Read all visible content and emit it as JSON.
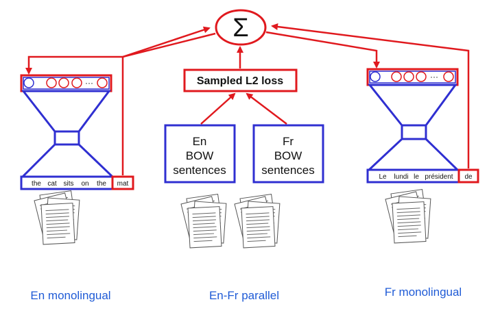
{
  "sum_symbol": "Σ",
  "loss_label": "Sampled L2 loss",
  "bow_boxes": {
    "en": [
      "En",
      "BOW",
      "sentences"
    ],
    "fr": [
      "Fr",
      "BOW",
      "sentences"
    ]
  },
  "en_sentence": {
    "words": [
      "the",
      "cat",
      "sits",
      "on",
      "the"
    ],
    "target": "mat"
  },
  "fr_sentence": {
    "words": [
      "Le",
      "lundi",
      "le",
      "président"
    ],
    "target": "de"
  },
  "embedding_dots": "···",
  "captions": {
    "en": "En monolingual",
    "parallel": "En-Fr parallel",
    "fr": "Fr monolingual"
  },
  "colors": {
    "red": "#e0191e",
    "blue": "#2f2fd1",
    "caption": "#1f5bd6"
  },
  "icons": [
    "document-stack-icon",
    "sum-icon",
    "arrow-icon"
  ]
}
